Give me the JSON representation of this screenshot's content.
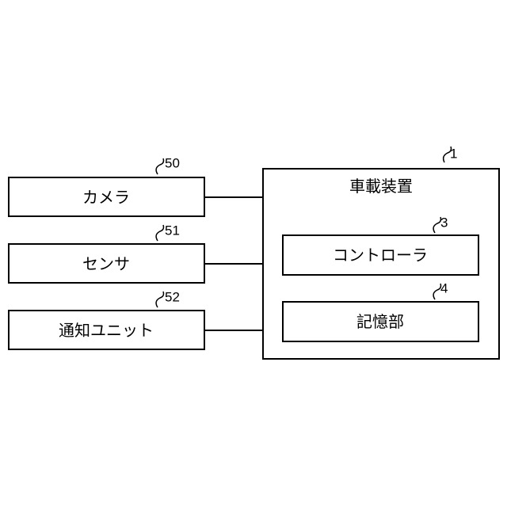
{
  "diagram": {
    "device": {
      "label": "車載装置",
      "ref": "1"
    },
    "controller": {
      "label": "コントローラ",
      "ref": "3"
    },
    "storage": {
      "label": "記憶部",
      "ref": "4"
    },
    "camera": {
      "label": "カメラ",
      "ref": "50"
    },
    "sensor": {
      "label": "センサ",
      "ref": "51"
    },
    "notify": {
      "label": "通知ユニット",
      "ref": "52"
    }
  }
}
